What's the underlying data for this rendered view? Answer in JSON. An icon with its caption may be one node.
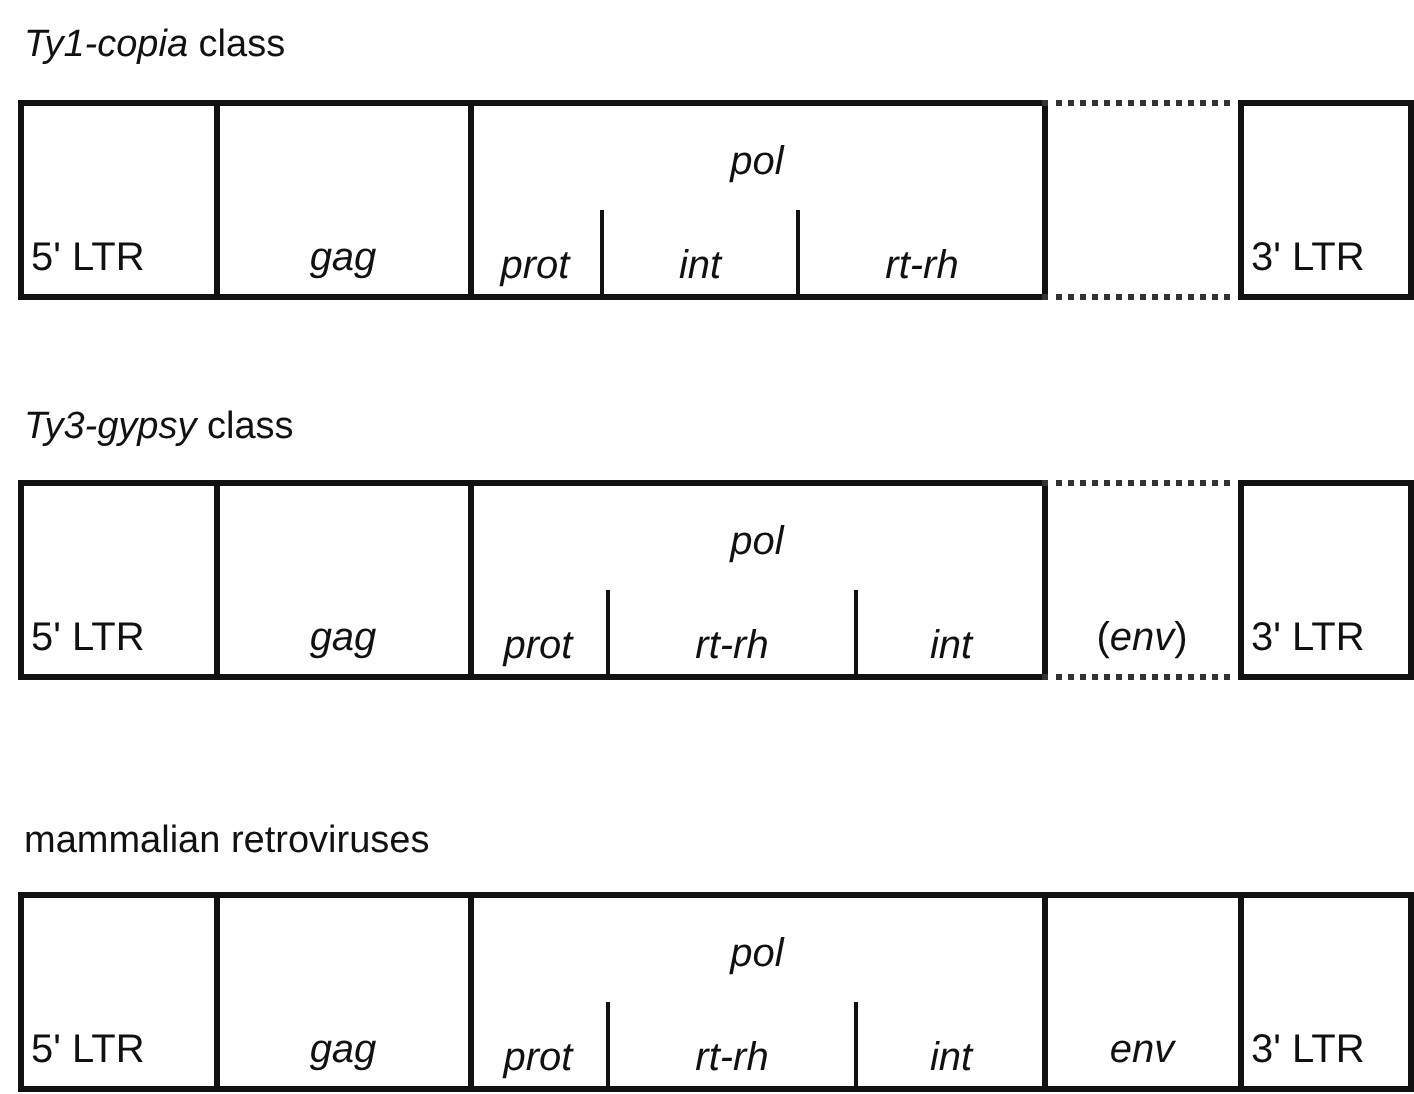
{
  "diagram": {
    "nodes": [
      {
        "text": [
          "5' LTR"
        ]
      },
      {
        "text": [
          "gag"
        ]
      },
      {
        "text": [
          "pol"
        ]
      },
      {
        "text": [
          "prot"
        ],
        "in": 2
      },
      {
        "text": [
          "int"
        ],
        "in": 2
      },
      {
        "text": [
          "rt-rh"
        ],
        "in": 2
      },
      {
        "text": [],
        "shape": "box"
      },
      {
        "text": [
          "3' LTR"
        ]
      },
      {
        "text": [
          "5' LTR"
        ]
      },
      {
        "text": [
          "gag"
        ]
      },
      {
        "text": [
          "pol"
        ]
      },
      {
        "text": [
          "prot"
        ],
        "in": 10
      },
      {
        "text": [
          "rt-rh"
        ],
        "in": 10
      },
      {
        "text": [
          "int"
        ],
        "in": 10
      },
      {
        "text": [
          "(*env*)"
        ]
      },
      {
        "text": [
          "3' LTR"
        ]
      },
      {
        "text": [
          "5' LTR"
        ]
      },
      {
        "text": [
          "gag"
        ]
      },
      {
        "text": [
          "pol"
        ]
      },
      {
        "text": [
          "prot"
        ],
        "in": 18
      },
      {
        "text": [
          "rt-rh"
        ],
        "in": 18
      },
      {
        "text": [
          "int"
        ],
        "in": 18
      },
      {
        "text": [
          "env"
        ]
      },
      {
        "text": [
          "3' LTR"
        ]
      }
    ],
    "labels": [
      "*Ty1-copia* class",
      "*Ty3-gypsy* class",
      "mammalian retroviruses"
    ]
  }
}
